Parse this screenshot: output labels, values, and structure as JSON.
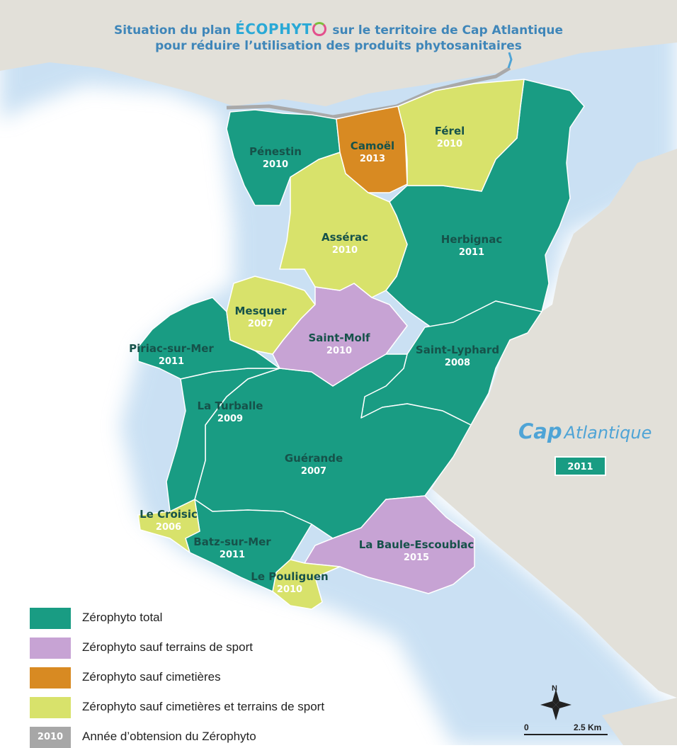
{
  "title": {
    "prefix": "Situation du plan",
    "brand": "ÉCOPHYT",
    "suffix": "sur le territoire de Cap Atlantique",
    "line2": "pour réduire l’utilisation des produits phytosanitaires"
  },
  "categories": {
    "total": {
      "label": "Zérophyto total",
      "color": "#199c83"
    },
    "sport": {
      "label": "Zérophyto sauf terrains de sport",
      "color": "#c7a3d4"
    },
    "cemetery": {
      "label": "Zérophyto sauf cimetières",
      "color": "#d88a22"
    },
    "both": {
      "label": "Zérophyto sauf cimetières et terrains de sport",
      "color": "#d8e26b"
    },
    "year": {
      "label": "Année d’obtension du Zérophyto",
      "color": "#a7a7a7",
      "sample": "2010"
    }
  },
  "communes": [
    {
      "id": "penestin",
      "name": "Pénestin",
      "year": "2010",
      "category": "total"
    },
    {
      "id": "camoel",
      "name": "Camoël",
      "year": "2013",
      "category": "cemetery"
    },
    {
      "id": "ferel",
      "name": "Férel",
      "year": "2010",
      "category": "both"
    },
    {
      "id": "asserac",
      "name": "Assérac",
      "year": "2010",
      "category": "both"
    },
    {
      "id": "herbignac",
      "name": "Herbignac",
      "year": "2011",
      "category": "total"
    },
    {
      "id": "mesquer",
      "name": "Mesquer",
      "year": "2007",
      "category": "both"
    },
    {
      "id": "saint-molf",
      "name": "Saint-Molf",
      "year": "2010",
      "category": "sport"
    },
    {
      "id": "piriac",
      "name": "Piriac-sur-Mer",
      "year": "2011",
      "category": "total"
    },
    {
      "id": "saint-lyphard",
      "name": "Saint-Lyphard",
      "year": "2008",
      "category": "total"
    },
    {
      "id": "la-turballe",
      "name": "La Turballe",
      "year": "2009",
      "category": "total"
    },
    {
      "id": "guerande",
      "name": "Guérande",
      "year": "2007",
      "category": "total"
    },
    {
      "id": "le-croisic",
      "name": "Le Croisic",
      "year": "2006",
      "category": "both"
    },
    {
      "id": "batz",
      "name": "Batz-sur-Mer",
      "year": "2011",
      "category": "total"
    },
    {
      "id": "la-baule",
      "name": "La Baule-Escoublac",
      "year": "2015",
      "category": "sport"
    },
    {
      "id": "le-pouliguen",
      "name": "Le Pouliguen",
      "year": "2010",
      "category": "both"
    }
  ],
  "cap_atlantique": {
    "name_bold": "Cap",
    "name_light": "Atlantique",
    "year": "2011",
    "category": "total"
  },
  "scale": {
    "zero": "0",
    "distance": "2.5 Km",
    "north": "N"
  },
  "colors": {
    "sea": "#ffffff",
    "land": "#e2e0d9",
    "coast_glow": "#9fc8ea",
    "river": "#a9a9a9",
    "border": "#ffffff"
  }
}
